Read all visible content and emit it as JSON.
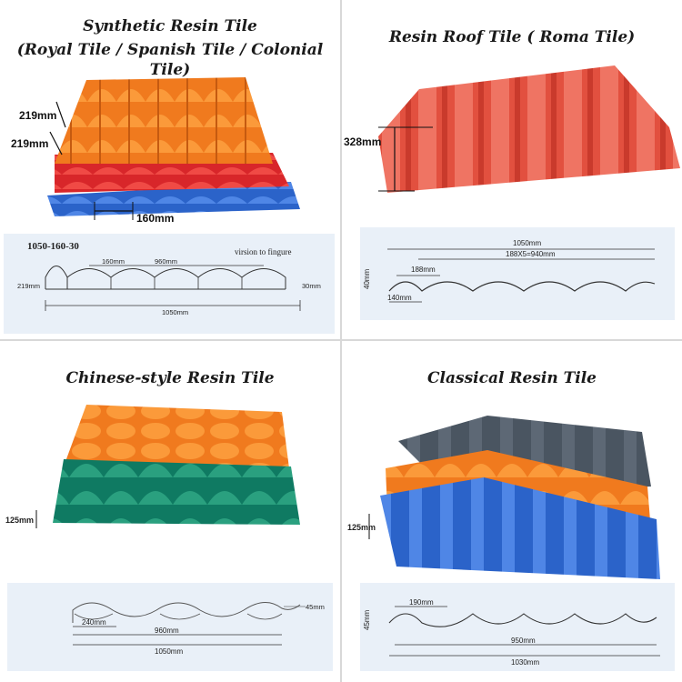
{
  "panels": [
    {
      "title_line1": "Synthetic Resin Tile",
      "title_line2": "(Royal Tile / Spanish Tile / Colonial Tile)",
      "photo_labels": {
        "h1": "219mm",
        "h2": "219mm",
        "w": "160mm"
      },
      "drawing": {
        "code": "1050-160-30",
        "note": "virsion to fingure",
        "dim_160": "160mm",
        "dim_960": "960mm",
        "dim_219": "219mm",
        "dim_30": "30mm",
        "dim_1050": "1050mm"
      }
    },
    {
      "title_line1": "Resin Roof Tile ( Roma Tile)",
      "photo_labels": {
        "h": "328mm"
      },
      "drawing": {
        "dim_1050": "1050mm",
        "dim_188x5": "188X5=940mm",
        "dim_188": "188mm",
        "dim_40": "40mm",
        "dim_140": "140mm"
      }
    },
    {
      "title_line1": "Chinese-style Resin Tile",
      "photo_labels": {
        "h": "125mm"
      },
      "drawing": {
        "dim_45": "45mm",
        "dim_240": "240mm",
        "dim_960": "960mm",
        "dim_1050": "1050mm"
      }
    },
    {
      "title_line1": "Classical Resin Tile",
      "photo_labels": {
        "h": "125mm"
      },
      "drawing": {
        "dim_190": "190mm",
        "dim_45": "45mm",
        "dim_950": "950mm",
        "dim_1030": "1030mm"
      }
    }
  ],
  "colors": {
    "orange": "#f07a1e",
    "red": "#d8262a",
    "blue": "#2b63c9",
    "roma_red": "#e2503f",
    "green": "#0f7a62",
    "slate": "#4a5561",
    "drawing_bg": "#e9f0f8"
  }
}
